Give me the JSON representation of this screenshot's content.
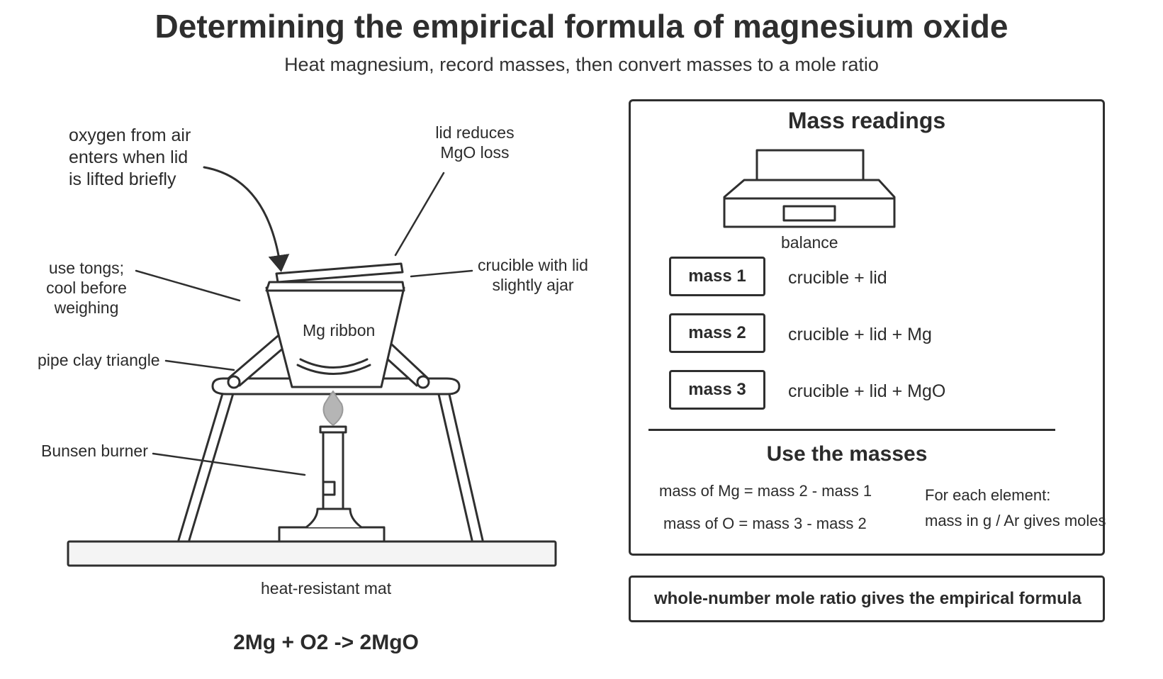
{
  "title": "Determining the empirical formula of magnesium oxide",
  "subtitle": "Heat magnesium, record masses, then convert masses to a mole ratio",
  "apparatus": {
    "oxygen_note_lines": [
      "oxygen from air",
      "enters when lid",
      "is lifted briefly"
    ],
    "lid_note_lines": [
      "lid reduces",
      "MgO loss"
    ],
    "crucible_note_lines": [
      "crucible with lid",
      "slightly ajar"
    ],
    "tongs_note_lines": [
      "use tongs;",
      "cool before",
      "weighing"
    ],
    "mg_ribbon": "Mg ribbon",
    "pipe_clay": "pipe clay triangle",
    "bunsen": "Bunsen burner",
    "mat": "heat-resistant mat",
    "equation": "2Mg + O2 -> 2MgO"
  },
  "mass_panel": {
    "title": "Mass readings",
    "balance_label": "balance",
    "readings": [
      {
        "label": "mass 1",
        "desc": "crucible + lid"
      },
      {
        "label": "mass 2",
        "desc": "crucible + lid + Mg"
      },
      {
        "label": "mass 3",
        "desc": "crucible + lid + MgO"
      }
    ],
    "use_title": "Use the masses",
    "formula_mg": "mass of Mg = mass 2 - mass 1",
    "formula_o": "mass of O = mass 3 - mass 2",
    "element_title": "For each element:",
    "element_rule": "mass in g / Ar gives moles"
  },
  "conclusion": "whole-number mole ratio gives the empirical formula",
  "colors": {
    "stroke": "#2f2f2f",
    "flame": "#9a9a9a",
    "mat_fill": "#f4f4f4"
  }
}
